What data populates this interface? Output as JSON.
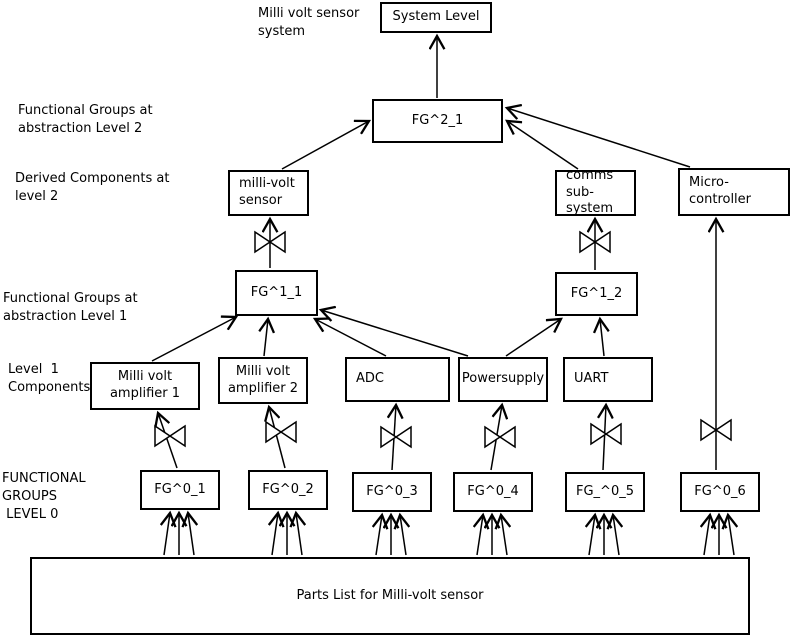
{
  "diagram": {
    "system_note": "Milli volt sensor\nsystem",
    "side_labels": {
      "level2_groups": "Functional Groups at\nabstraction Level 2",
      "level2_derived": "Derived Components at\nlevel 2",
      "level1_groups": "Functional Groups at\nabstraction Level 1",
      "level1_components": "Level  1\nComponents",
      "level0_groups": "FUNCTIONAL\nGROUPS\n LEVEL 0"
    },
    "nodes": {
      "system_level": "System Level",
      "fg2_1": "FG^2_1",
      "milli_volt_sensor": "milli-volt\nsensor",
      "comms_subsystem": "comms\nsub-system",
      "micro_controller": "Micro-\ncontroller",
      "fg1_1": "FG^1_1",
      "fg1_2": "FG^1_2",
      "amp1": "Milli volt\namplifier 1",
      "amp2": "Milli volt\namplifier 2",
      "adc": "ADC",
      "powersupply": "Powersupply",
      "uart": "UART",
      "fg0_1": "FG^0_1",
      "fg0_2": "FG^0_2",
      "fg0_3": "FG^0_3",
      "fg0_4": "FG^0_4",
      "fg0_5": "FG_^0_5",
      "fg0_6": "FG^0_6",
      "parts_list": "Parts List for Milli-volt sensor"
    }
  }
}
